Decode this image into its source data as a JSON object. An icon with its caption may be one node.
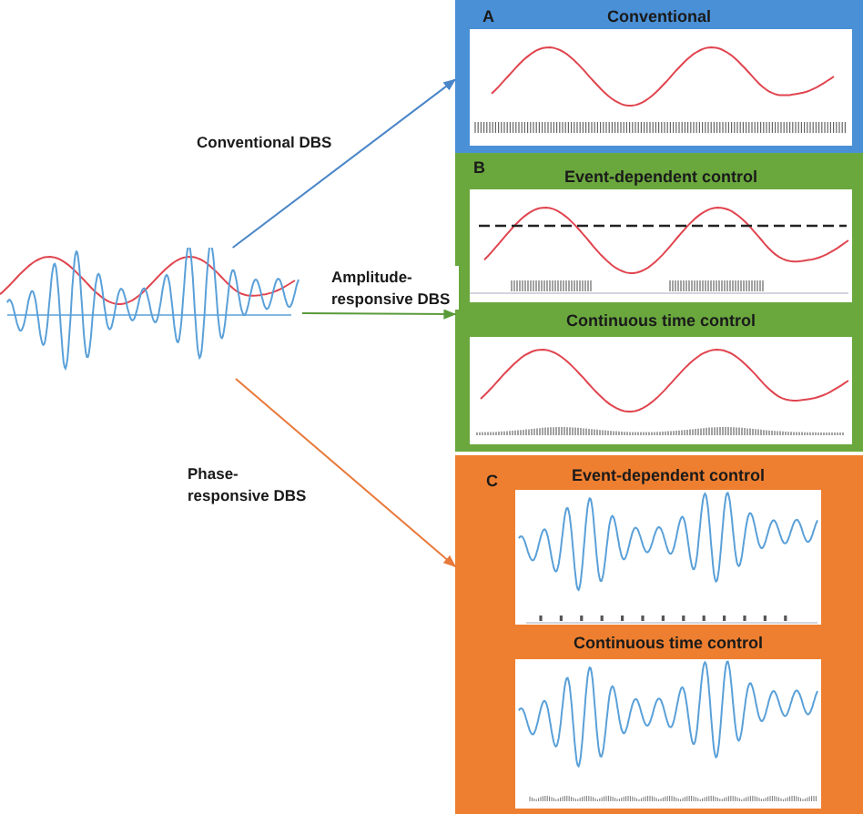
{
  "diagram": {
    "nodes": [
      {
        "text": [],
        "shape": "picture"
      },
      {
        "text": [
          "A",
          "Conventional"
        ]
      },
      {
        "text": [
          "B"
        ]
      },
      {
        "text": [
          "Event-dependent control"
        ],
        "in": 2
      },
      {
        "text": [
          "Continuous time control"
        ],
        "in": 2
      },
      {
        "text": [
          "C"
        ]
      },
      {
        "text": [
          "Event-dependent control"
        ],
        "in": 5
      },
      {
        "text": [
          "Continuous time control"
        ],
        "in": 5
      }
    ],
    "edges": [
      {
        "from": 0,
        "to": 1,
        "arrow": "to",
        "label": "Conventional DBS",
        "color": "#4a86c8"
      },
      {
        "from": 0,
        "to": 2,
        "arrow": "to",
        "label": "Amplitude-responsive DBS",
        "color": "#5a9a3a"
      },
      {
        "from": 0,
        "to": 5,
        "arrow": "to",
        "label": "Phase-responsive DBS",
        "color": "#e8793a"
      }
    ]
  }
}
